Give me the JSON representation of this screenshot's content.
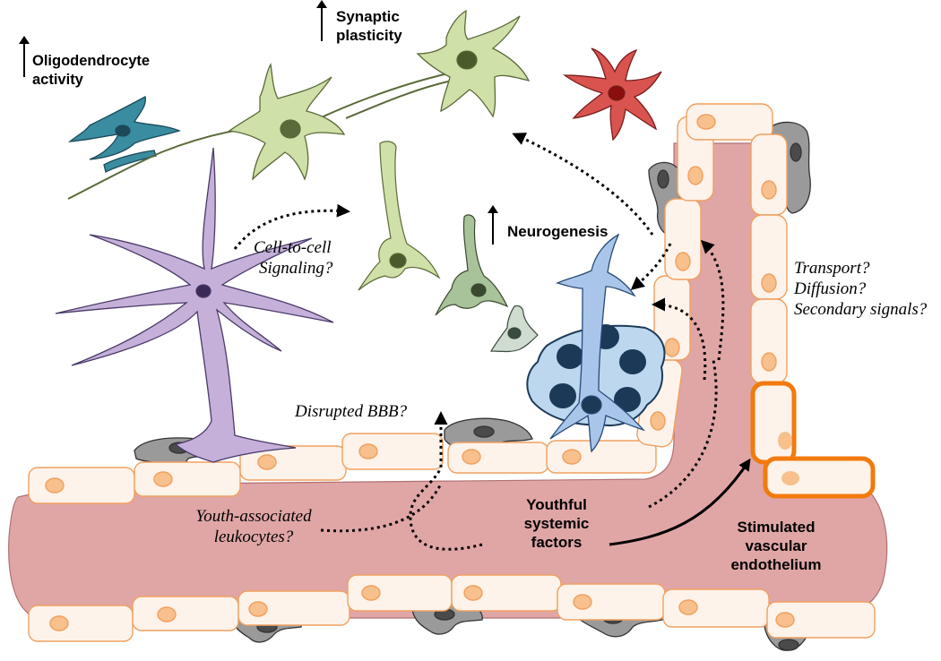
{
  "labels": {
    "oligodendrocyte": [
      "Oligodendrocyte",
      "activity"
    ],
    "synaptic": [
      "Synaptic",
      "plasticity"
    ],
    "neurogenesis": "Neurogenesis",
    "cell_to_cell": [
      "Cell-to-cell",
      "Signaling?"
    ],
    "transport": [
      "Transport?",
      "Diffusion?",
      "Secondary signals?"
    ],
    "disrupted_bbb": "Disrupted BBB?",
    "youth_leukocytes": [
      "Youth-associated",
      "leukocytes?"
    ],
    "youthful_factors": [
      "Youthful",
      "systemic",
      "factors"
    ],
    "stimulated": [
      "Stimulated",
      "vascular",
      "endothelium"
    ]
  },
  "colors": {
    "vessel": "#e0a6a6",
    "endothelial_fill": "#fdf3ea",
    "endothelial_stroke": "#f0a060",
    "nucleus": "#f7c08c",
    "stimulated_stroke": "#f27a0e",
    "pericyte": "#9a9a9a",
    "astrocyte": "#c4b0d8",
    "neuron": "#cfe0a8",
    "oligodendrocyte": "#3a8ca0",
    "microglia": "#d9534f",
    "neural_stem": "#a9c6ea",
    "progenitor": "#bcd7ee",
    "immature_neuron": "#a8c29a"
  },
  "icons": [
    "up-arrow-icon",
    "dotted-arrow-icon",
    "solid-arrow-icon"
  ]
}
